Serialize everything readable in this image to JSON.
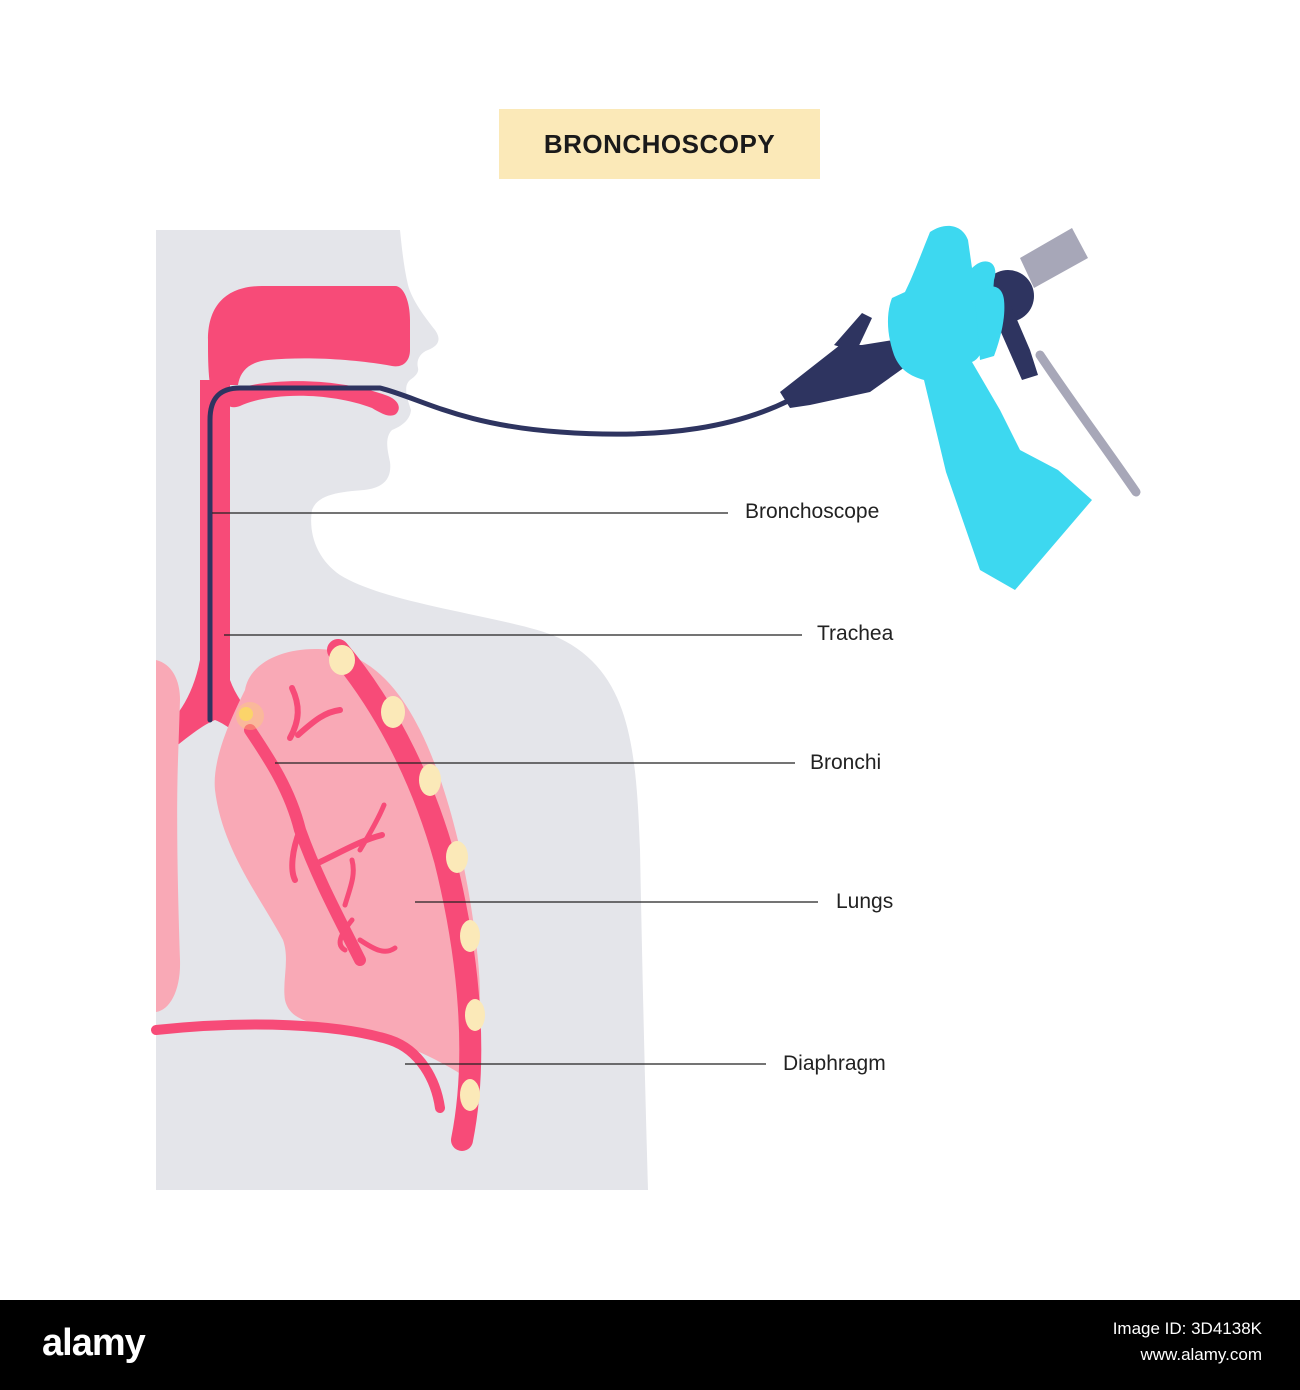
{
  "title": "BRONCHOSCOPY",
  "labels": {
    "bronchoscope": "Bronchoscope",
    "trachea": "Trachea",
    "bronchi": "Bronchi",
    "lungs": "Lungs",
    "diaphragm": "Diaphragm"
  },
  "colors": {
    "title_background": "#fbe9b8",
    "body_silhouette": "#e4e5ea",
    "airway": "#f74b78",
    "lung": "#f9a9b6",
    "bronchoscope": "#2e3460",
    "glove": "#3dd8f0",
    "cable": "#a7a7b8"
  },
  "footer": {
    "logo": "alamy",
    "image_id": "Image ID: 3D4138K",
    "site": "www.alamy.com"
  }
}
